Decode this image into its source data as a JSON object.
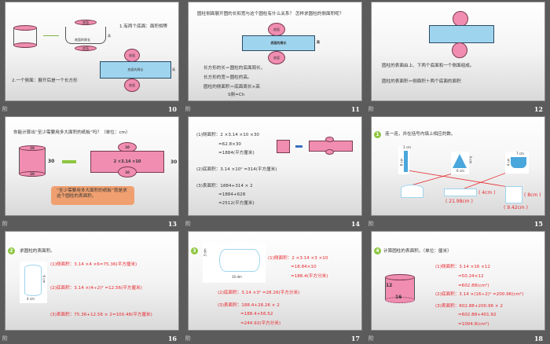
{
  "slides": [
    {
      "number": "10",
      "labels": {
        "top": "底面",
        "bottom": "底面",
        "lateral": "底面的周长",
        "height": "高",
        "base1": "底面",
        "base2": "底面",
        "rect_len": "底面的周长",
        "rect_h": "高"
      },
      "text1": "1.有两个底面：面积相等",
      "text2": "2.一个侧面：展开后是一个长方形"
    },
    {
      "number": "11",
      "question": "圆柱侧面展开图的长和宽与这个圆柱有什么关系？ 怎样求圆柱的侧面积呢？",
      "base1": "底面",
      "base2": "底面",
      "rect_len": "底面的周长",
      "rect_h": "高",
      "lines": [
        "长方形的长＝圆柱的底面周长，",
        "长方形的宽＝圆柱的高。",
        "圆柱的侧面积＝底面周长×高"
      ],
      "formula": "S侧=Ch"
    },
    {
      "number": "12",
      "lines": [
        "圆柱的表面由上、下两个底面和一个侧面组成。",
        "圆柱的表面积＝侧面积＋两个底面的面积"
      ]
    },
    {
      "number": "13",
      "question": "你能计算出“至少需要用多大面积的纸板”吗？（单位：cm）",
      "d_top": "10",
      "d_bottom": "10",
      "height": "30",
      "rect_label": "2 ×3.14 ×10",
      "rect_h": "30",
      "c_top": "10",
      "c_bottom": "10",
      "callout": "“至少需要用多大面积的纸板”就是求这个圆柱的表面积。"
    },
    {
      "number": "14",
      "lines": [
        "(1)侧面积：2 ×3.14 ×10 ×30",
        "=62.8×30",
        "=1884(平方厘米)",
        "(2)底面积：3.14 ×10² =314(平方厘米)",
        "(3)表面积：1884+314 × 2",
        "=1884+628",
        "=2512(平方厘米)"
      ]
    },
    {
      "number": "15",
      "badge": "1",
      "title": "连一连，并在括号内填上相应的数。",
      "shapes": {
        "a_top": "3 cm",
        "a_side": "8 cm",
        "b_side": "4 cm",
        "b_bottom": "6 cm",
        "c_top": "7 cm",
        "c_side": "4 cm"
      },
      "answers": [
        "( 4cm )",
        "( 21.98cm )",
        "( 8cm )",
        "( 9.42cm )"
      ]
    },
    {
      "number": "16",
      "badge": "2",
      "title": "求圆柱的表面积。",
      "dims": {
        "h": "6 cm",
        "d": "4 cm"
      },
      "lines": [
        "(1)侧面积：3.14 ×4 ×6=75.36(平方厘米)",
        "(2)底面积：3.14 ×(4÷2)² =12.56(平方厘米)",
        "(3)表面积：75.36+12.56 × 2=100.48(平方厘米)"
      ]
    },
    {
      "number": "17",
      "badge": "3",
      "dims": {
        "r": "3 dm",
        "len": "10 dm"
      },
      "lines": [
        "(1)侧面积：2 ×3.14 ×3 ×10",
        "=18.84×10",
        "=188.4(平方分米)",
        "(2)底面积：3.14 ×3² =28.26(平方分米)",
        "(3)表面积：188.4+28.26 × 2",
        "=188.4+56.52",
        "=244.92(平方分米)"
      ]
    },
    {
      "number": "18",
      "badge": "4",
      "title": "计算圆柱的表面积。（单位：厘米）",
      "dims": {
        "h": "12",
        "d": "16"
      },
      "lines": [
        "(1)侧面积：3.14 ×16 ×12",
        "=50.24×12",
        "=602.88(cm²)",
        "(2)底面积：3.14 ×(16÷2)² =200.96(cm²)",
        "(3)表面积：602.88+200.96 × 2",
        "=602.88+401.92",
        "=1004.8(cm²)"
      ]
    }
  ],
  "anim_icon": "阶",
  "colors": {
    "bg": "#5b5b5b",
    "pink": "#f08db0",
    "blue": "#9fd4ee",
    "red": "#e8262c",
    "green": "#8dc63f"
  }
}
